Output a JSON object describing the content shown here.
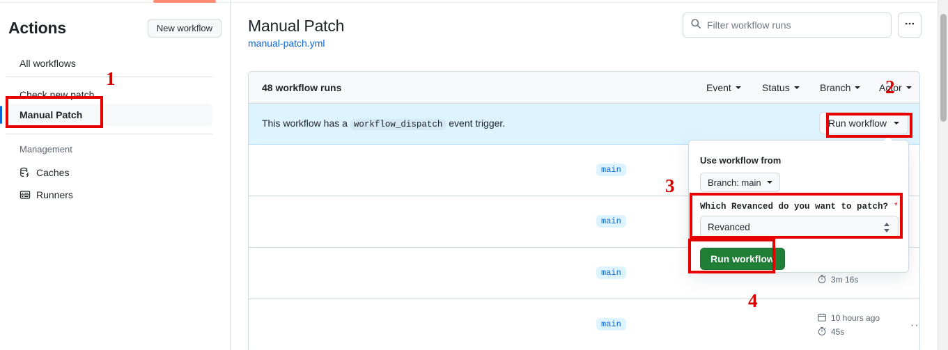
{
  "top_indicator_color": "#fd8c73",
  "sidebar": {
    "title": "Actions",
    "new_workflow_label": "New workflow",
    "items": [
      {
        "label": "All workflows",
        "icon": "",
        "active": false
      },
      {
        "label": "Check new patch",
        "icon": "",
        "active": false
      },
      {
        "label": "Manual Patch",
        "icon": "",
        "active": true
      }
    ],
    "management_label": "Management",
    "management_items": [
      {
        "label": "Caches",
        "icon": "cache-icon"
      },
      {
        "label": "Runners",
        "icon": "runners-icon"
      }
    ]
  },
  "header": {
    "page_title": "Manual Patch",
    "workflow_file": "manual-patch.yml"
  },
  "search": {
    "placeholder": "Filter workflow runs",
    "value": "",
    "icon": "search-icon"
  },
  "kebab_label": "···",
  "runs_card": {
    "count_label": "48 workflow runs",
    "filters": [
      {
        "label": "Event"
      },
      {
        "label": "Status"
      },
      {
        "label": "Branch"
      },
      {
        "label": "Actor"
      }
    ],
    "dispatch_banner": {
      "prefix": "This workflow has a",
      "code": "workflow_dispatch",
      "suffix": "event trigger.",
      "run_button_label": "Run workflow",
      "background": "#ddf4ff"
    },
    "rows": [
      {
        "branch": "main",
        "date": "",
        "duration": ""
      },
      {
        "branch": "main",
        "date": "",
        "duration": ""
      },
      {
        "branch": "main",
        "date": "",
        "duration": "3m 16s"
      },
      {
        "branch": "main",
        "date": "10 hours ago",
        "duration": "45s"
      }
    ]
  },
  "run_dropdown": {
    "use_workflow_from_label": "Use workflow from",
    "branch_button_label": "Branch: main",
    "input_label": "Which Revanced do you want to patch?",
    "required_marker": "*",
    "select_value": "Revanced",
    "submit_label": "Run workflow",
    "submit_color": "#1f7f37"
  },
  "annotations": [
    {
      "number": "1"
    },
    {
      "number": "2"
    },
    {
      "number": "3"
    },
    {
      "number": "4"
    }
  ]
}
